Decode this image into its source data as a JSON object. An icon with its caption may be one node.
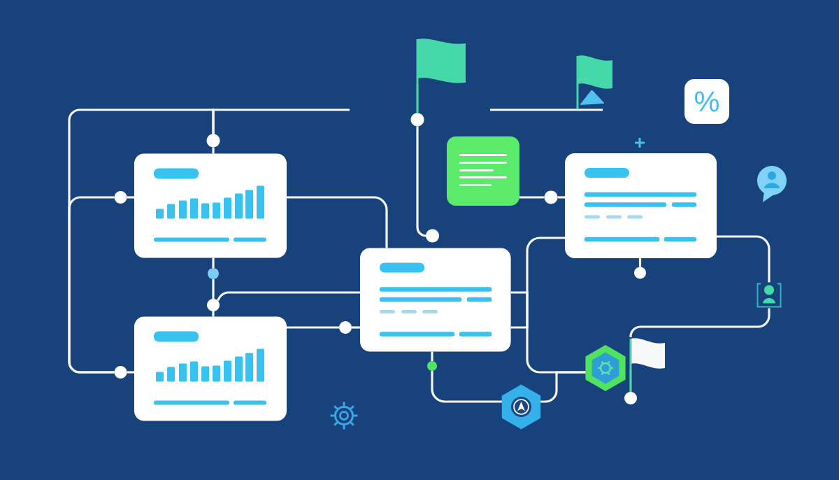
{
  "diagram": {
    "nodes": [
      {
        "text": [],
        "shape": "flag"
      },
      {
        "text": [
          "%"
        ]
      },
      {
        "text": [],
        "shape": "circle"
      },
      {
        "text": [],
        "shape": "circle"
      },
      {
        "text": [],
        "shape": "box"
      },
      {
        "text": [],
        "shape": "box"
      },
      {
        "text": [],
        "shape": "box"
      },
      {
        "text": [],
        "shape": "circle"
      },
      {
        "text": [],
        "shape": "circle"
      },
      {
        "text": [],
        "shape": "circle"
      },
      {
        "text": [],
        "shape": "box"
      },
      {
        "text": [],
        "shape": "circle"
      },
      {
        "text": [],
        "shape": "circle"
      },
      {
        "text": [],
        "shape": "person"
      },
      {
        "text": [],
        "shape": "circle"
      },
      {
        "text": [],
        "shape": "box"
      },
      {
        "text": [],
        "shape": "circle"
      },
      {
        "text": [],
        "shape": "flag"
      },
      {
        "text": [],
        "shape": "hexagon"
      },
      {
        "text": [],
        "shape": "circle"
      },
      {
        "text": [],
        "shape": "circle"
      },
      {
        "text": [],
        "shape": "hexagon"
      },
      {
        "text": [],
        "shape": "circle"
      }
    ],
    "edges": [
      {
        "from": 3,
        "to": null,
        "arrow": "none"
      },
      {
        "from": 3,
        "to": 20,
        "arrow": "none"
      },
      {
        "from": 5,
        "to": 3,
        "arrow": "none"
      },
      {
        "from": 5,
        "to": 7,
        "arrow": "none"
      },
      {
        "from": 7,
        "to": 20,
        "arrow": "none"
      },
      {
        "from": 20,
        "to": 15,
        "arrow": "none"
      },
      {
        "from": 5,
        "to": 10,
        "arrow": "none"
      },
      {
        "from": 5,
        "to": 12,
        "arrow": "none"
      },
      {
        "from": 12,
        "to": 14,
        "arrow": "none"
      },
      {
        "from": 14,
        "to": 15,
        "arrow": "none"
      },
      {
        "from": 14,
        "to": 10,
        "arrow": "none"
      },
      {
        "from": 15,
        "to": 16,
        "arrow": "none"
      },
      {
        "from": 16,
        "to": 10,
        "arrow": "none"
      },
      {
        "from": 0,
        "to": 2,
        "arrow": "none",
        "color": "#45d8a9"
      },
      {
        "from": 2,
        "to": 9,
        "arrow": "none"
      },
      {
        "from": 4,
        "to": 8,
        "arrow": "none"
      },
      {
        "from": 8,
        "to": 6,
        "arrow": "none"
      },
      {
        "from": 10,
        "to": 6,
        "arrow": "none"
      },
      {
        "from": 10,
        "to": 18,
        "arrow": "none"
      },
      {
        "from": 21,
        "to": 18,
        "arrow": "none"
      },
      {
        "from": 10,
        "to": 19,
        "arrow": "none"
      },
      {
        "from": 19,
        "to": 21,
        "arrow": "none"
      },
      {
        "from": 6,
        "to": 11,
        "arrow": "none"
      },
      {
        "from": 6,
        "to": 13,
        "arrow": "none"
      },
      {
        "from": 13,
        "to": 17,
        "arrow": "none"
      },
      {
        "from": 17,
        "to": 22,
        "arrow": "none",
        "color": "#45d8a9"
      }
    ]
  }
}
